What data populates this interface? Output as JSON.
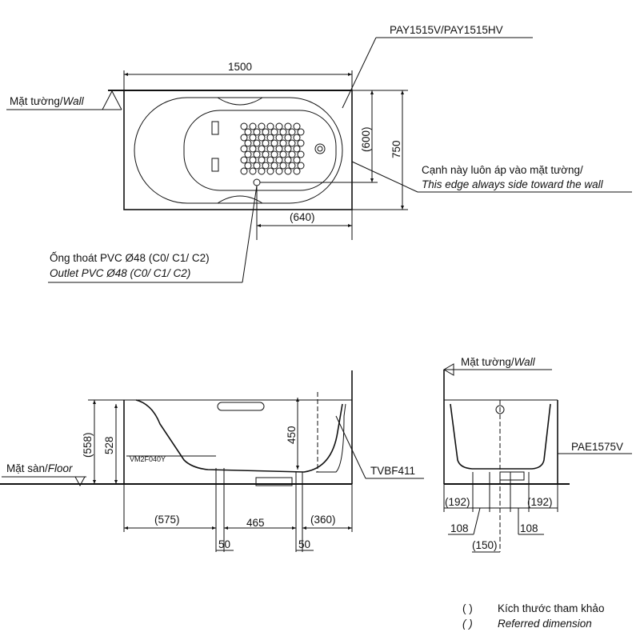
{
  "top_view": {
    "model": "PAY1515V/PAY1515HV",
    "length": "1500",
    "inner_width": "(600)",
    "width": "750",
    "drain_offset": "(640)",
    "wall_vi": "Mặt tường/",
    "wall_en": "Wall",
    "edge_note_vi": "Cạnh này luôn áp vào mặt tường/",
    "edge_note_en": "This edge always side toward the wall",
    "outlet_vi": "Ống thoát PVC Ø48 (C0/ C1/ C2)",
    "outlet_en": "Outlet PVC Ø48 (C0/ C1/ C2)"
  },
  "side_view": {
    "total_height": "(558)",
    "rim_height": "528",
    "depth": "450",
    "floor_vi": "Mặt sàn/",
    "floor_en": "Floor",
    "leg_part": "VM2F040Y",
    "drain_part": "TVBF411",
    "dim_left": "(575)",
    "dim_mid": "465",
    "dim_right": "(360)",
    "leg_a": "50",
    "leg_b": "50"
  },
  "end_view": {
    "wall_vi": "Mặt tường/",
    "wall_en": "Wall",
    "panel_part": "PAE1575V",
    "dim_left": "(192)",
    "dim_right": "(192)",
    "leg_left": "108",
    "leg_right": "108",
    "center": "(150)"
  },
  "legend": {
    "paren": "(       )",
    "vi": "Kích thước tham khảo",
    "en": "Referred dimension"
  }
}
